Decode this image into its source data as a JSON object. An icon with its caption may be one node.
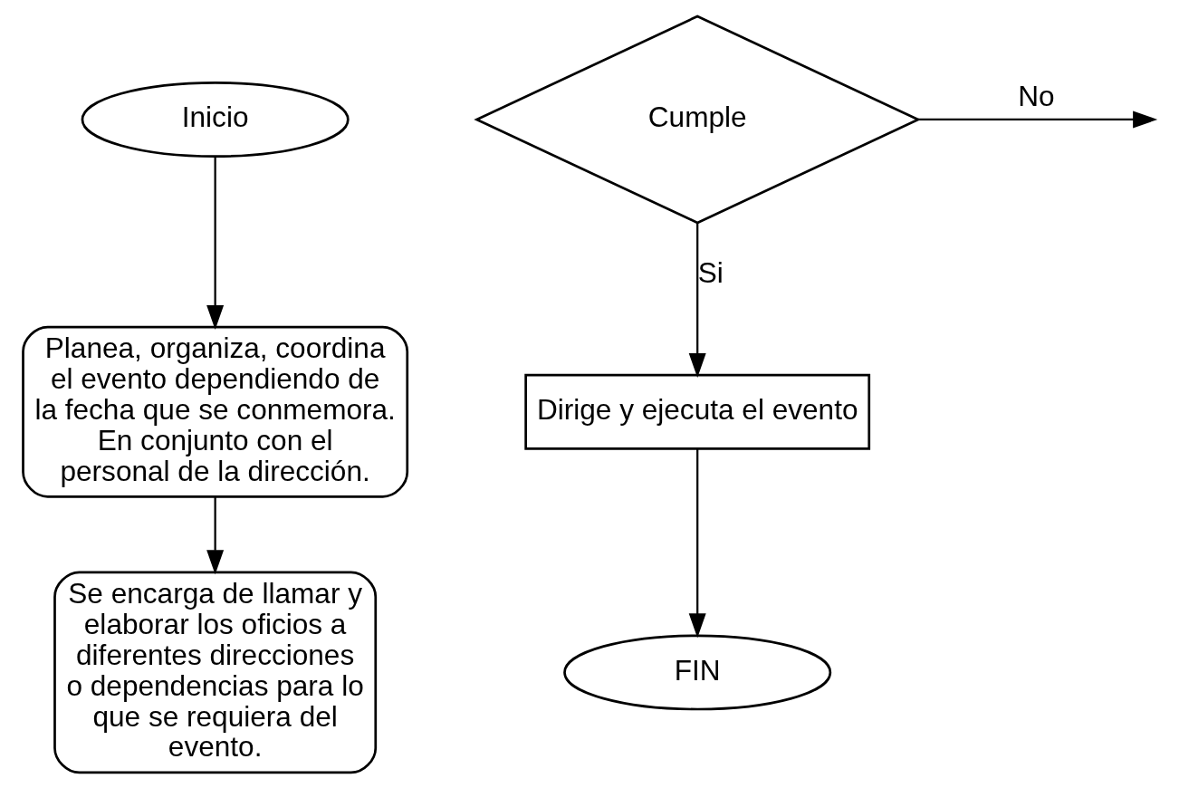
{
  "diagram": {
    "nodes": [
      {
        "text": [
          "Inicio"
        ]
      },
      {
        "text": [
          "Planea, organiza, coordina el evento dependiendo de la fecha que se conmemora. En conjunto con el personal de la dirección."
        ]
      },
      {
        "text": [
          "Se encarga de llamar y elaborar los oficios a diferentes direcciones o dependencias para lo que se requiera del evento."
        ]
      },
      {
        "text": [
          "Cumple"
        ]
      },
      {
        "text": [
          "Dirige y ejecuta el evento"
        ]
      },
      {
        "text": [
          "FIN"
        ]
      }
    ],
    "edges": [
      {
        "from": 0,
        "to": 1,
        "arrow": "to"
      },
      {
        "from": 1,
        "to": 2,
        "arrow": "to"
      },
      {
        "from": 3,
        "to": null,
        "arrow": "to",
        "label": "No"
      },
      {
        "from": 3,
        "to": 4,
        "arrow": "to",
        "label": "Si"
      },
      {
        "from": 4,
        "to": 5,
        "arrow": "to"
      }
    ]
  }
}
